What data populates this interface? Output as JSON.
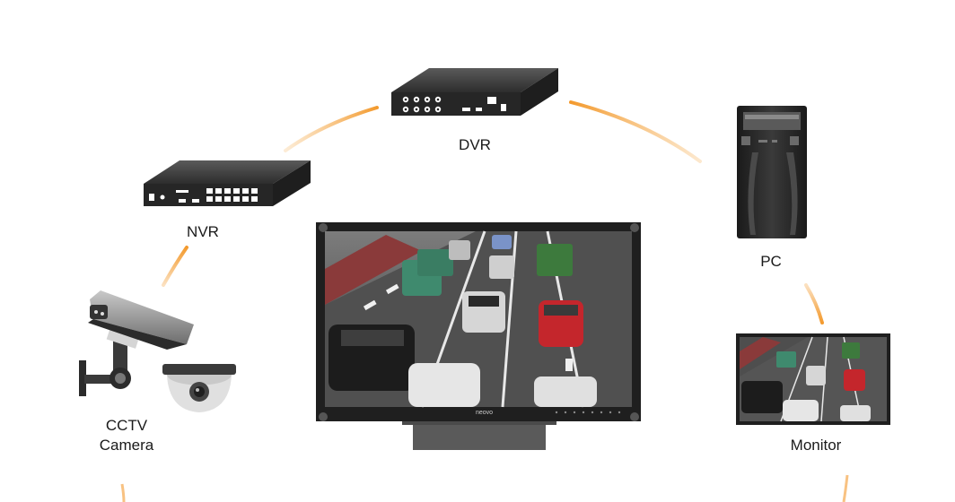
{
  "nodes": {
    "dvr": {
      "label": "DVR"
    },
    "nvr": {
      "label": "NVR"
    },
    "pc": {
      "label": "PC"
    },
    "cctv": {
      "label_line1": "CCTV",
      "label_line2": "Camera"
    },
    "monitor": {
      "label": "Monitor"
    }
  },
  "center_display": {
    "brand": "neovo"
  },
  "colors": {
    "connector": "#f39a2e",
    "device_dark": "#2b2b2b",
    "device_light": "#d9d9d9",
    "text": "#1a1a1a"
  },
  "icons": [
    "dvr-icon",
    "nvr-icon",
    "pc-tower-icon",
    "cctv-bullet-camera-icon",
    "cctv-dome-camera-icon",
    "monitor-icon",
    "center-display-icon"
  ]
}
